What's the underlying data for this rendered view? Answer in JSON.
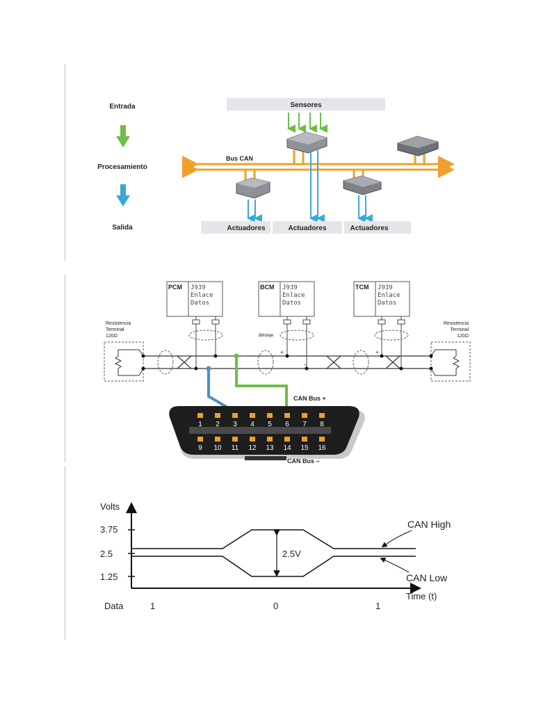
{
  "section1": {
    "left_flow": {
      "input": "Entrada",
      "process": "Procesamiento",
      "output": "Salida"
    },
    "sensors": "Sensores",
    "bus_label": "Bus CAN",
    "actuators": [
      "Actuadores",
      "Actuadores",
      "Actuadores"
    ],
    "colors": {
      "bus": "#f0a02a",
      "input_arrow": "#6cbe45",
      "output_arrow": "#3aa8d8"
    }
  },
  "section2": {
    "modules": [
      {
        "name": "PCM",
        "line1": "J939",
        "line2": "Enlace",
        "line3": "Datos"
      },
      {
        "name": "BCM",
        "line1": "J939",
        "line2": "Enlace",
        "line3": "Datos"
      },
      {
        "name": "TCM",
        "line1": "J939",
        "line2": "Enlace",
        "line3": "Datos"
      }
    ],
    "terminal_left": {
      "line1": "Resistencia",
      "line2": "Terminal",
      "line3": "120Ω"
    },
    "terminal_right": {
      "line1": "Resistencia",
      "line2": "Terminal",
      "line3": "120Ω"
    },
    "shield_label": "Blindaje",
    "can_plus": "CAN Bus +",
    "can_minus": "CAN Bus –",
    "pins_top": [
      "1",
      "2",
      "3",
      "4",
      "5",
      "6",
      "7",
      "8"
    ],
    "pins_bottom": [
      "9",
      "10",
      "11",
      "12",
      "13",
      "14",
      "15",
      "16"
    ],
    "colors": {
      "can_high_wire": "#6cbe45",
      "can_low_wire": "#4a90c8",
      "pin": "#f0a020"
    }
  },
  "section3": {
    "y_axis_label": "Volts",
    "y_ticks": [
      "3.75",
      "2.5",
      "1.25"
    ],
    "x_axis_label": "Time (t)",
    "data_label": "Data",
    "data_bits": [
      "1",
      "0",
      "1"
    ],
    "differential": "2.5V",
    "can_high": "CAN High",
    "can_low": "CAN Low"
  }
}
